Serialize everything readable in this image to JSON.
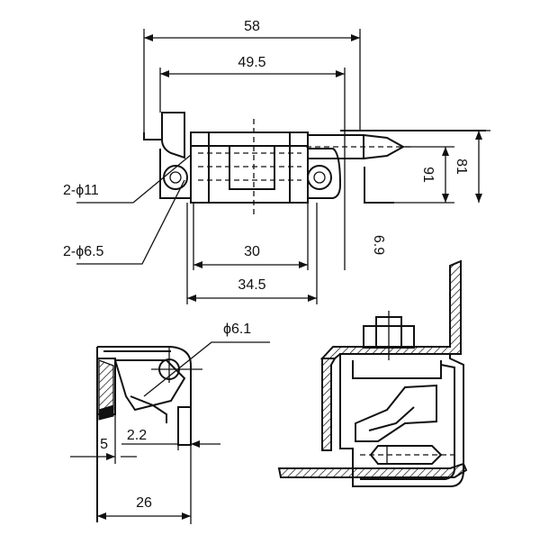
{
  "dimensions": {
    "d58": "58",
    "d49_5": "49.5",
    "d30": "30",
    "d34_5": "34.5",
    "d91": "91",
    "d81": "81",
    "d6_9": "6.9",
    "phi11": "2-ϕ11",
    "phi6_5": "2-ϕ6.5",
    "phi6_1": "ϕ6.1",
    "d5": "5",
    "d2_2": "2.2",
    "d26": "26"
  }
}
